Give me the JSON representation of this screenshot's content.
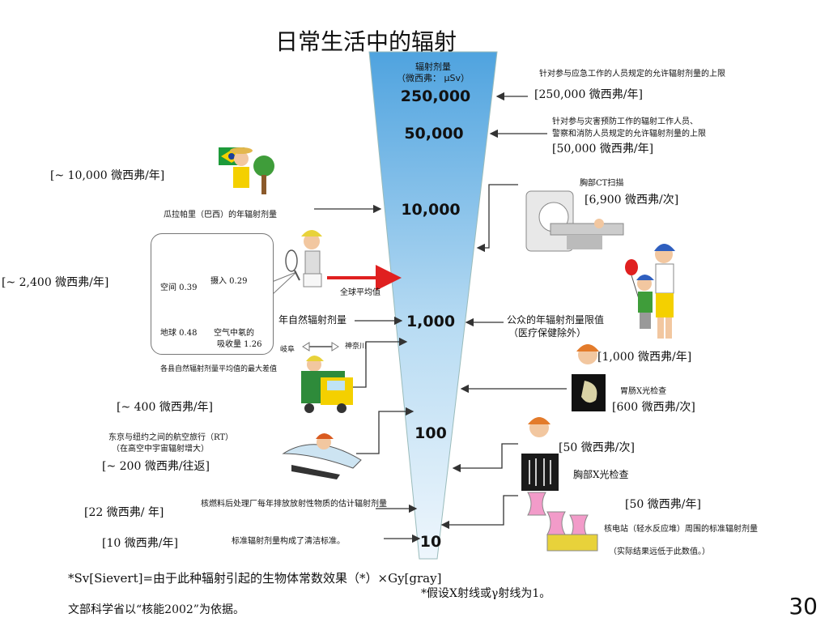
{
  "title": "日常生活中的辐射",
  "page_number": "30",
  "funnel": {
    "label_line1": "辐射剂量",
    "label_line2": "（微西弗： μSv）",
    "scale": [
      "250,000",
      "50,000",
      "10,000",
      "1,000",
      "100",
      "10"
    ]
  },
  "right": {
    "emergency_caption": "针对参与应急工作的人员规定的允许辐射剂量的上限",
    "emergency_value": "[250,000 微西弗/年]",
    "disaster_caption_1": "针对参与灾害预防工作的辐射工作人员、",
    "disaster_caption_2": "警察和消防人员规定的允许辐射剂量的上限",
    "disaster_value": "[50,000 微西弗/年]",
    "ct_caption": "胸部CT扫描",
    "ct_value": "[6,900 微西弗/次]",
    "public_caption_1": "公众的年辐射剂量限值",
    "public_caption_2": "（医疗保健除外）",
    "public_value": "[1,000 微西弗/年]",
    "stomach_caption": "胃肠X光检查",
    "stomach_value": "[600 微西弗/次]",
    "chest_value": "[50 微西弗/次]",
    "chest_caption": "胸部X光检查",
    "plant_value": "[50 微西弗/年]",
    "plant_caption": "核电站（轻水反应堆）周围的标准辐射剂量",
    "plant_note": "（实际结果远低于此数值。）"
  },
  "left": {
    "guarapari_value": "[~ 10,000 微西弗/年]",
    "guarapari_caption": "瓜拉帕里（巴西）的年辐射剂量",
    "natural_value": "[~ 2,400 微西弗/年]",
    "space": "空间 0.39",
    "intake": "摄入 0.29",
    "earth": "地球 0.48",
    "radon_1": "空气中氡的",
    "radon_2": "吸收量 1.26",
    "global_avg": "全球平均值",
    "natural_caption": "年自然辐射剂量",
    "gifu": "岐阜",
    "kanagawa": "神奈川",
    "prefecture_diff": "各县自然辐射剂量平均值的最大差值",
    "pref_value": "[~ 400 微西弗/年]",
    "flight_caption_1": "东京与纽约之间的航空旅行（RT）",
    "flight_caption_2": "（在高空中宇宙辐射增大）",
    "flight_value": "[~ 200 微西弗/往返]",
    "reprocess_value": "[22 微西弗/ 年]",
    "reprocess_caption": "核燃料后处理厂每年排放放射性物质的估计辐射剂量",
    "clean_value": "[10 微西弗/年]",
    "clean_caption": "标准辐射剂量构成了清洁标准。"
  },
  "footer": {
    "sievert_note": "*Sv[Sievert]=由于此种辐射引起的生物体常数效果（*）×Gy[gray]",
    "assume_note": "*假设X射线或γ射线为1。",
    "source_note": "文部科学省以“核能2002”为依据。"
  }
}
